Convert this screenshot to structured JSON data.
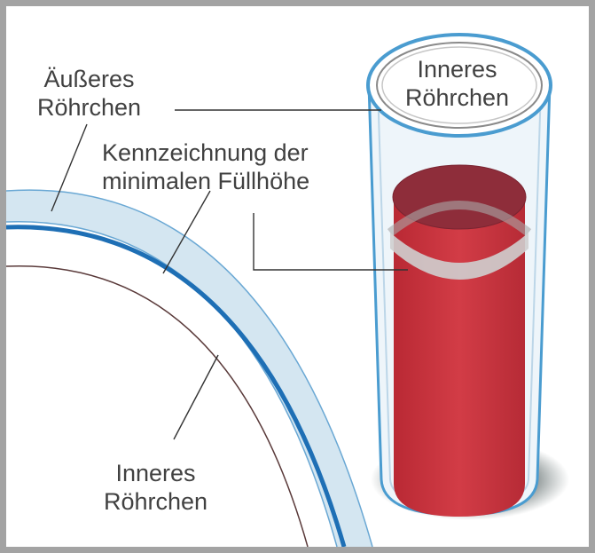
{
  "labels": {
    "outer_tube": {
      "line1": "Äußeres",
      "line2": "Röhrchen"
    },
    "fill_mark": {
      "line1": "Kennzeichnung der",
      "line2": "minimalen Füllhöhe"
    },
    "inner_tube_top": {
      "line1": "Inneres",
      "line2": "Röhrchen"
    },
    "inner_tube_bottom": {
      "line1": "Inneres",
      "line2": "Röhrchen"
    }
  },
  "colors": {
    "frame": "#a3a3a3",
    "tube_wall": "#d4e6f1",
    "tube_outline": "#4a9cd0",
    "fill_line": "#1e6fb5",
    "blood": "#c9343e",
    "blood_dark": "#8e2d3a",
    "shadow": "#3a4a4a",
    "text": "#414141"
  }
}
